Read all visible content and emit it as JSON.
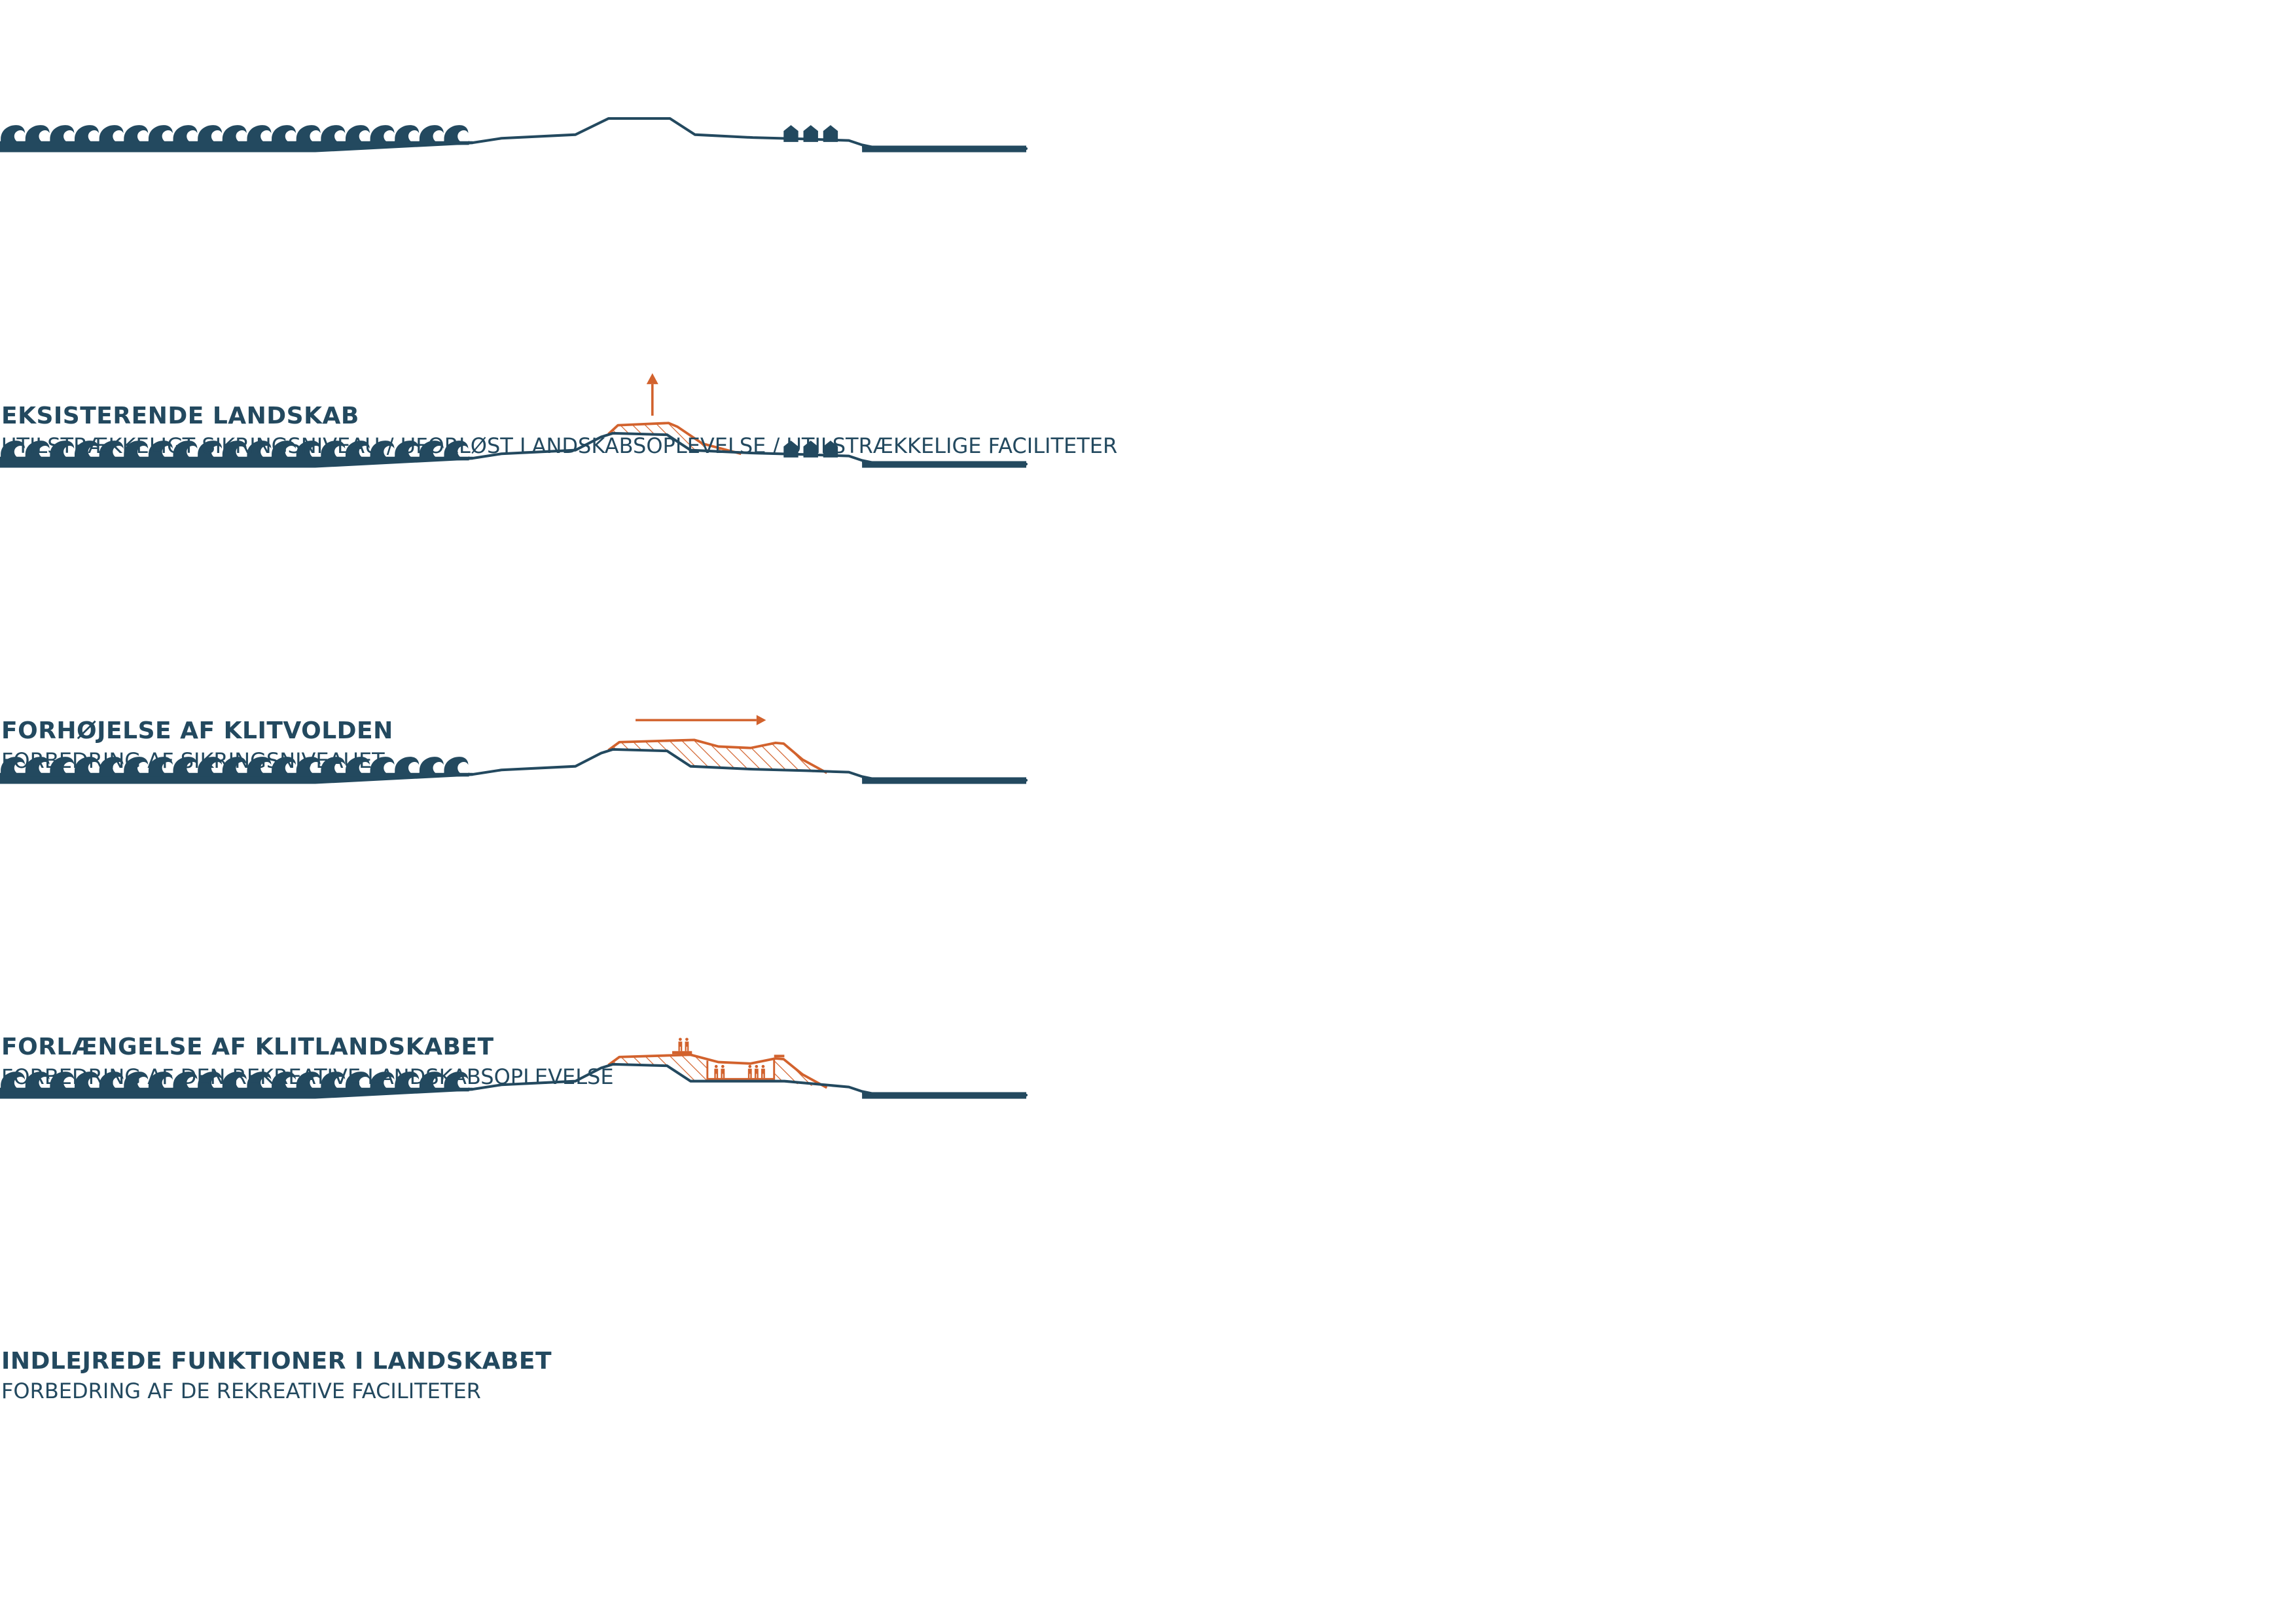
{
  "colors": {
    "landscape": "#23495f",
    "proposal": "#d2622d",
    "background": "#ffffff"
  },
  "icons": [
    "wave-icon",
    "house-icon",
    "person-icon",
    "arrow-up-icon",
    "arrow-right-icon"
  ],
  "scenarios": [
    {
      "title": "EKSISTERENDE LANDSKAB",
      "subtitle": "UTILSTRÆKKELIGT SIKRINGSNIVEAU / UFORLØST LANDSKABSOPLEVELSE / UTILSTRÆKKELIGE FACILITETER",
      "variant": "existing",
      "houses": 3,
      "arrow": "none"
    },
    {
      "title": "FORHØJELSE AF KLITVOLDEN",
      "subtitle": "FORBEDRING AF SIKRINGSNIVEAUET",
      "variant": "raised",
      "houses": 3,
      "arrow": "up"
    },
    {
      "title": "FORLÆNGELSE AF KLITLANDSKABET",
      "subtitle": "FORBEDRING AF DEN REKREATIVE LANDSKABSOPLEVELSE",
      "variant": "extended",
      "houses": 0,
      "arrow": "right"
    },
    {
      "title": "INDLEJREDE FUNKTIONER I LANDSKABET",
      "subtitle": "FORBEDRING AF DE REKREATIVE FACILITETER",
      "variant": "embedded",
      "houses": 0,
      "arrow": "none",
      "people_on_roof": 2,
      "people_inside": 5
    }
  ]
}
